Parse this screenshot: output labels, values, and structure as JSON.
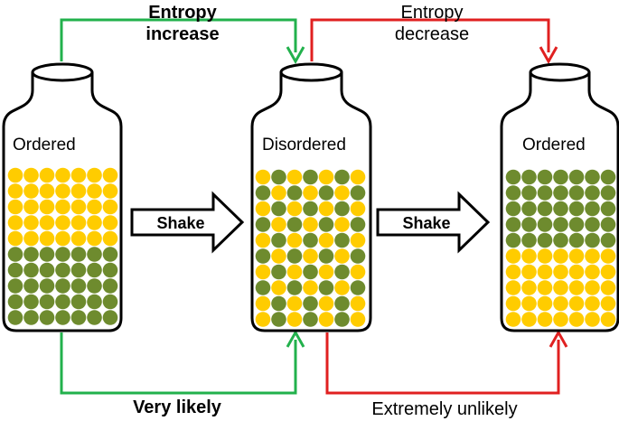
{
  "colors": {
    "yellow": "#ffcc00",
    "green": "#6e8b2e",
    "arrow_green": "#22b14c",
    "arrow_red": "#e02020",
    "outline": "#000000"
  },
  "labels": {
    "top_left_line1": "Entropy",
    "top_left_line2": "increase",
    "top_right_line1": "Entropy",
    "top_right_line2": "decrease",
    "bottom_left": "Very likely",
    "bottom_right": "Extremely unlikely",
    "shake_1": "Shake",
    "shake_2": "Shake"
  },
  "bottles": [
    {
      "label": "Ordered",
      "pattern": "yellow-top-green-bottom"
    },
    {
      "label": "Disordered",
      "pattern": "mixed"
    },
    {
      "label": "Ordered",
      "pattern": "green-top-yellow-bottom"
    }
  ]
}
